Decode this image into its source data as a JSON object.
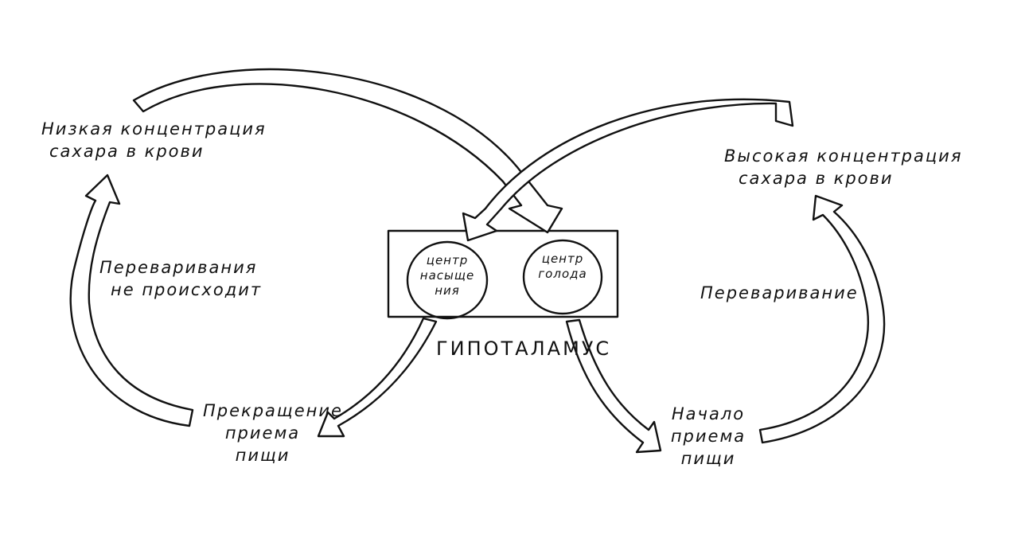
{
  "labels": {
    "low_sugar": [
      "Низкая концентрация",
      "сахара в крови"
    ],
    "high_sugar": [
      "Высокая концентрация",
      "сахара в крови"
    ],
    "no_digestion": [
      "Переваривания",
      "не происходит"
    ],
    "digestion": "Переваривание",
    "stop_eating": [
      "Прекращение",
      "приема",
      "пищи"
    ],
    "start_eating": [
      "Начало",
      "приема",
      "пищи"
    ],
    "satiety_center": [
      "центр",
      "насыще",
      "ния"
    ],
    "hunger_center": [
      "центр",
      "голода"
    ],
    "hypothalamus": "ГИПОТАЛАМУС"
  },
  "colors": {
    "ink": "#111111",
    "paper": "#ffffff"
  }
}
